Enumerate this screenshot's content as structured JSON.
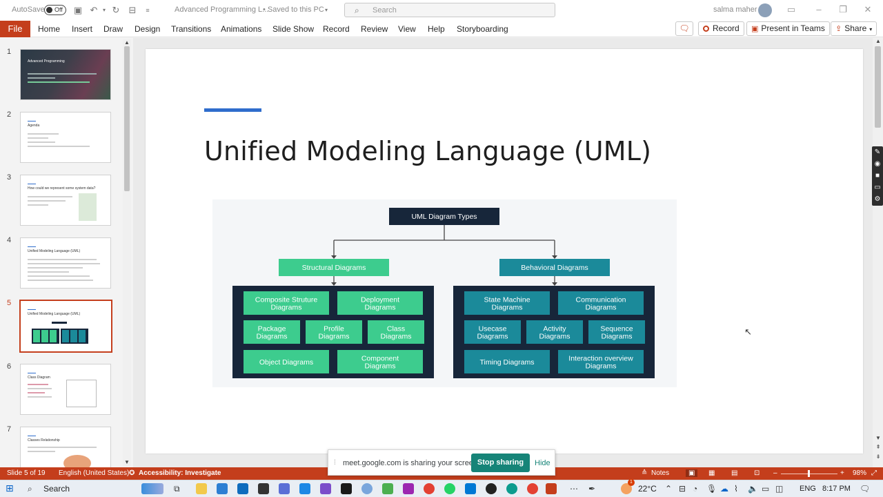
{
  "titlebar": {
    "autosave_label": "AutoSave",
    "autosave_state": "Off",
    "doc_title": "Advanced Programming L...",
    "save_status": "• Saved to this PC",
    "search_placeholder": "Search",
    "user_name": "salma maher"
  },
  "ribbon": {
    "file": "File",
    "tabs": [
      "Home",
      "Insert",
      "Draw",
      "Design",
      "Transitions",
      "Animations",
      "Slide Show",
      "Record",
      "Review",
      "View",
      "Help",
      "Storyboarding"
    ],
    "record_button": "Record",
    "present_button": "Present in Teams",
    "share_button": "Share"
  },
  "thumbnails": [
    {
      "num": "1",
      "title": "Advanced Programming"
    },
    {
      "num": "2",
      "title": "Agenda"
    },
    {
      "num": "3",
      "title": "How could we represent some system data?"
    },
    {
      "num": "4",
      "title": "Unified Modeling Language (UML)"
    },
    {
      "num": "5",
      "title": "Unified Modeling Language (UML)"
    },
    {
      "num": "6",
      "title": "Class Diagram"
    },
    {
      "num": "7",
      "title": "Classes Relationship"
    }
  ],
  "slide": {
    "title": "Unified Modeling Language (UML)",
    "diagram": {
      "root": "UML Diagram Types",
      "structural": {
        "header": "Structural Diagrams",
        "items": [
          "Composite Struture Diagrams",
          "Deployment Diagrams",
          "Package Diagrams",
          "Profile Diagrams",
          "Class Diagrams",
          "Object Diagrams",
          "Component Diagrams"
        ]
      },
      "behavioral": {
        "header": "Behavioral Diagrams",
        "items": [
          "State Machine Diagrams",
          "Communication Diagrams",
          "Usecase Diagrams",
          "Activity Diagrams",
          "Sequence Diagrams",
          "Timing Diagrams",
          "Interaction overview Diagrams"
        ]
      }
    }
  },
  "statusbar": {
    "slide_info": "Slide 5 of 19",
    "language": "English (United States)",
    "accessibility": "Accessibility: Investigate",
    "notes": "Notes",
    "zoom": "98%"
  },
  "share_popup": {
    "message": "meet.google.com is sharing your screen.",
    "stop": "Stop sharing",
    "hide": "Hide"
  },
  "taskbar": {
    "search": "Search",
    "weather": "22°C",
    "lang": "ENG",
    "time": "8:17 PM",
    "notif_badge": "1"
  },
  "colors": {
    "accent": "#c43e1c",
    "slide_accent": "#2f6dcc",
    "structural": "#3dcc8e",
    "behavioral": "#1b8a9a",
    "dark_panel": "#17263a"
  }
}
